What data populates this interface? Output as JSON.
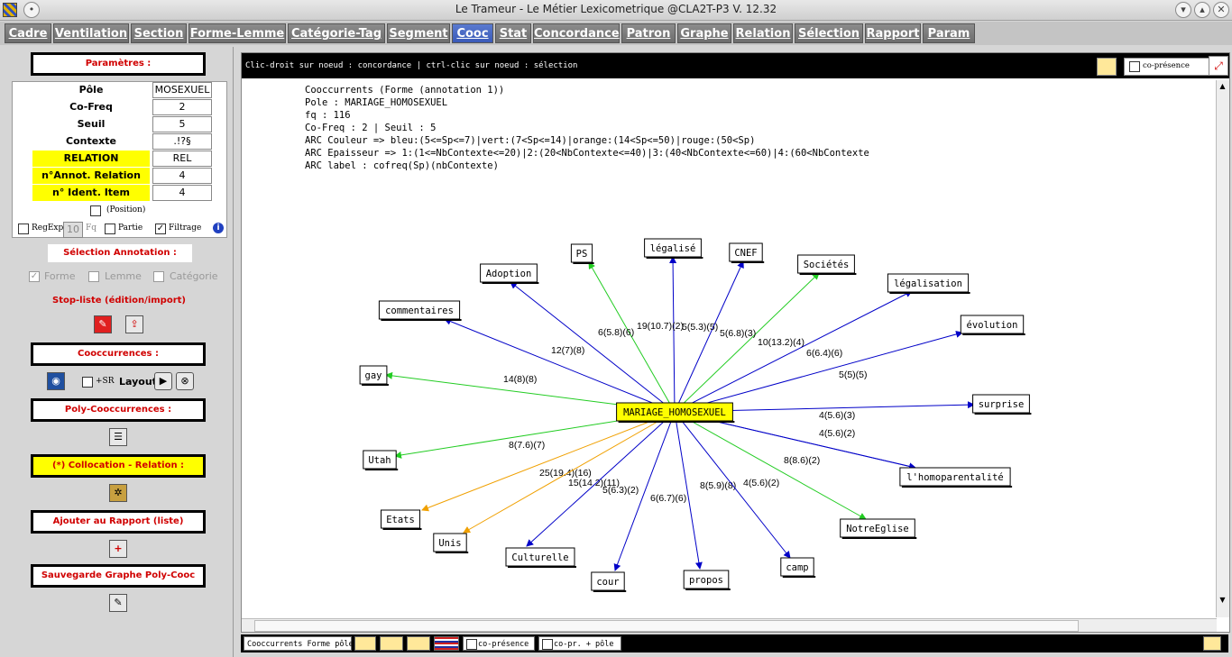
{
  "window": {
    "title": "Le Trameur - Le Métier Lexicometrique @CLA2T-P3 V. 12.32"
  },
  "tabs": [
    {
      "label": "Cadre"
    },
    {
      "label": "Ventilation"
    },
    {
      "label": "Section"
    },
    {
      "label": "Forme-Lemme"
    },
    {
      "label": "Catégorie-Tag"
    },
    {
      "label": "Segment"
    },
    {
      "label": "Cooc"
    },
    {
      "label": "Stat"
    },
    {
      "label": "Concordance"
    },
    {
      "label": "Patron"
    },
    {
      "label": "Graphe"
    },
    {
      "label": "Relation"
    },
    {
      "label": "Sélection"
    },
    {
      "label": "Rapport"
    },
    {
      "label": "Param"
    }
  ],
  "left": {
    "params_title": "Paramètres :",
    "rows": [
      {
        "label": "Pôle",
        "value": "MOSEXUEL"
      },
      {
        "label": "Co-Freq",
        "value": "2"
      },
      {
        "label": "Seuil",
        "value": "5"
      },
      {
        "label": "Contexte",
        "value": ".!?§"
      },
      {
        "label": "RELATION",
        "value": "REL"
      },
      {
        "label": "n°Annot. Relation",
        "value": "4"
      },
      {
        "label": "n° Ident. Item",
        "value": "4"
      }
    ],
    "position_label": "(Position)",
    "regexp_label": "RegExp",
    "fq_value": "10",
    "fq_label": "Fq",
    "partie_label": "Partie",
    "filtrage_label": "Filtrage",
    "selection_annotation": "Sélection Annotation :",
    "forme_label": "Forme",
    "lemme_label": "Lemme",
    "categorie_label": "Catégorie",
    "stoplist_label": "Stop-liste (édition/import)",
    "cooc_title": "Cooccurrences :",
    "sr_label": "+SR",
    "layout_label": "Layout",
    "poly_title": "Poly-Cooccurrences :",
    "collocation_title": "(*) Collocation - Relation :",
    "rapport_title": "Ajouter au Rapport (liste)",
    "sauvegarde_title": "Sauvegarde Graphe Poly-Cooc"
  },
  "main": {
    "hint": "Clic-droit sur noeud : concordance | ctrl-clic sur noeud : sélection",
    "copresence_label": "co-présence",
    "info_lines": [
      "Cooccurrents (Forme (annotation 1))",
      "Pole : MARIAGE_HOMOSEXUEL",
      "fq : 116",
      "Co-Freq : 2 | Seuil : 5",
      "ARC Couleur => bleu:(5<=Sp<=7)|vert:(7<Sp<=14)|orange:(14<Sp<=50)|rouge:(50<Sp)",
      "ARC Epaisseur => 1:(1<=NbContexte<=20)|2:(20<NbContexte<=40)|3:(40<NbContexte<=60)|4:(60<NbContexte",
      "ARC label : cofreq(Sp)(nbContexte)"
    ]
  },
  "graph": {
    "pole": "MARIAGE_HOMOSEXUEL",
    "colors": {
      "blue": "#0000c8",
      "green": "#22cc22",
      "orange": "#f0a000",
      "pole_bg": "#ffff00"
    },
    "nodes": [
      {
        "label": "PS",
        "arc": "6(5.8)(6)",
        "color": "green"
      },
      {
        "label": "légalisé",
        "arc": "19(10.7)(2)",
        "color": "blue"
      },
      {
        "label": "CNEF",
        "arc": "5(5.3)(5)",
        "color": "blue"
      },
      {
        "label": "Sociétés",
        "arc": "5(6.8)(3)",
        "color": "green"
      },
      {
        "label": "Adoption",
        "arc": "",
        "color": "blue"
      },
      {
        "label": "légalisation",
        "arc": "10(13.2)(4)",
        "color": "blue"
      },
      {
        "label": "commentaires",
        "arc": "12(7)(8)",
        "color": "blue"
      },
      {
        "label": "évolution",
        "arc": "6(6.4)(6)",
        "color": "blue"
      },
      {
        "label": "gay",
        "arc": "14(8)(8)",
        "color": "green"
      },
      {
        "label": "surprise",
        "arc": "5(5)(5)",
        "color": "blue"
      },
      {
        "label": "Utah",
        "arc": "8(7.6)(7)",
        "color": "green"
      },
      {
        "label": "l'homoparentalité",
        "arc": "4(5.6)(2)",
        "color": "blue"
      },
      {
        "label": "Etats",
        "arc": "25(19.4)(16)",
        "color": "orange"
      },
      {
        "label": "Unis",
        "arc": "15(14.2)(11)",
        "color": "orange"
      },
      {
        "label": "Culturelle",
        "arc": "5(6.3)(2)",
        "color": "blue"
      },
      {
        "label": "cour",
        "arc": "6(6.7)(6)",
        "color": "blue"
      },
      {
        "label": "propos",
        "arc": "8(5.9)(8)",
        "color": "blue"
      },
      {
        "label": "camp",
        "arc": "4(5.6)(2)",
        "color": "blue"
      },
      {
        "label": "NotreEglise",
        "arc": "8(8.6)(2)",
        "color": "green"
      },
      {
        "label": "",
        "arc": "4(5.6)(3)",
        "color": "blue"
      }
    ]
  },
  "bottom": {
    "label": "Cooccurrents Forme pôle",
    "copresence": "co-présence",
    "copr_pole": "co-pr. + pôle"
  }
}
